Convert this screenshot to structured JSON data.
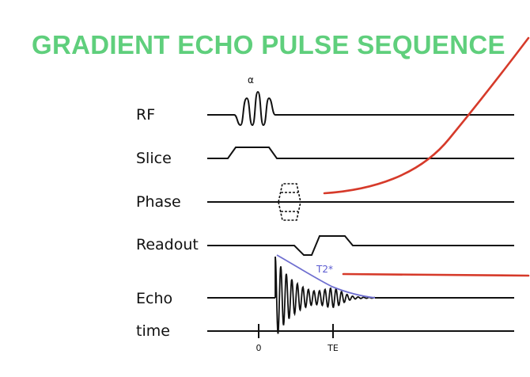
{
  "title": "GRADIENT ECHO PULSE SEQUENCE",
  "flip_angle_label": "α",
  "rows": [
    {
      "key": "rf",
      "label": "RF"
    },
    {
      "key": "slice",
      "label": "Slice"
    },
    {
      "key": "phase",
      "label": "Phase"
    },
    {
      "key": "readout",
      "label": "Readout"
    },
    {
      "key": "echo",
      "label": "Echo"
    },
    {
      "key": "time",
      "label": "time"
    }
  ],
  "decay_label": "T2*",
  "time_ticks": [
    "0",
    "TE"
  ],
  "colors": {
    "title": "#5fcf7c",
    "waveform": "#111111",
    "decay_envelope": "#6f6fd0",
    "annotation_pen": "#d63a2a"
  }
}
